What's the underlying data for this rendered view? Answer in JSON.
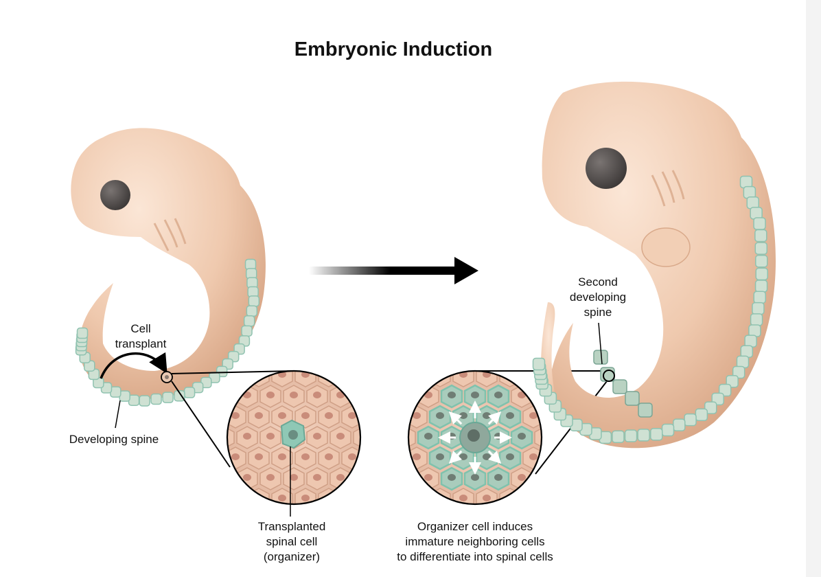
{
  "title": "Embryonic Induction",
  "labels": {
    "cell_transplant": [
      "Cell",
      "transplant"
    ],
    "developing_spine": "Developing spine",
    "transplanted": [
      "Transplanted",
      "spinal cell",
      "(organizer)"
    ],
    "organizer": [
      "Organizer cell induces",
      "immature neighboring cells",
      "to differentiate into spinal cells"
    ],
    "second_spine": [
      "Second",
      "developing",
      "spine"
    ]
  },
  "colors": {
    "skin": "#f0cdb3",
    "skin_shadow": "#d9a98a",
    "eye": "#5b5654",
    "spine_cell": "#cfe1d3",
    "spine_outline": "#8fc2b0",
    "organizer_cell": "#7fbfae",
    "arrow": "#000000"
  }
}
